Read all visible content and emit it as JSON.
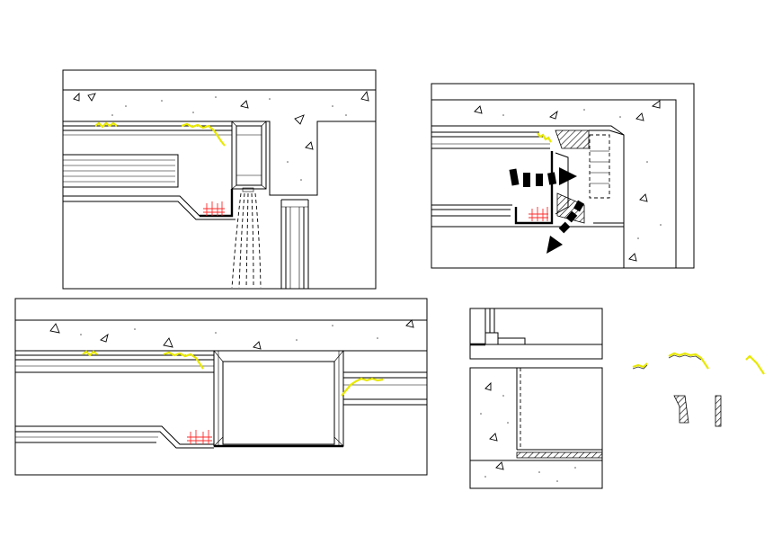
{
  "drawing": {
    "background": "#ffffff",
    "colors": {
      "line": "#000000",
      "insulation": "#e8e800",
      "cable_tray": "#ff2a2a"
    },
    "panels": [
      {
        "name": "ceiling-section-with-diffuser"
      },
      {
        "name": "ceiling-section-with-airflow"
      },
      {
        "name": "ceiling-section-long"
      },
      {
        "name": "wall-floor-detail-top"
      },
      {
        "name": "wall-floor-detail"
      }
    ],
    "icons": [
      "concrete-aggregate-icon",
      "airflow-arrow-icon",
      "insulation-icon",
      "cable-tray-icon"
    ]
  }
}
